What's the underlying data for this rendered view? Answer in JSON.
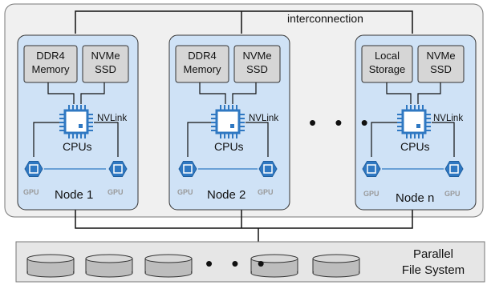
{
  "diagram": {
    "interconnection_label": "interconnection",
    "nodes": [
      {
        "title": "Node 1",
        "memory_label_line1": "DDR4",
        "memory_label_line2": "Memory",
        "ssd_label_line1": "NVMe",
        "ssd_label_line2": "SSD",
        "cpu_label": "CPUs",
        "nvlink_label": "NVLink",
        "gpu_left_label": "GPU",
        "gpu_right_label": "GPU"
      },
      {
        "title": "Node 2",
        "memory_label_line1": "DDR4",
        "memory_label_line2": "Memory",
        "ssd_label_line1": "NVMe",
        "ssd_label_line2": "SSD",
        "cpu_label": "CPUs",
        "nvlink_label": "NVLink",
        "gpu_left_label": "GPU",
        "gpu_right_label": "GPU"
      },
      {
        "title": "Node n",
        "memory_label_line1": "Local",
        "memory_label_line2": "Storage",
        "ssd_label_line1": "NVMe",
        "ssd_label_line2": "SSD",
        "cpu_label": "CPUs",
        "nvlink_label": "NVLink",
        "gpu_left_label": "GPU",
        "gpu_right_label": "GPU"
      }
    ],
    "node_ellipsis": "• • •",
    "storage_ellipsis": "• • •",
    "filesystem_line1": "Parallel",
    "filesystem_line2": "File System",
    "colors": {
      "node_fill": "#cfe2f6",
      "cluster_fill": "#f0f0f0",
      "box_fill": "#d6d6d6",
      "gpu_fill": "#2f78c2",
      "cpu_fill": "#2f78c2"
    }
  }
}
